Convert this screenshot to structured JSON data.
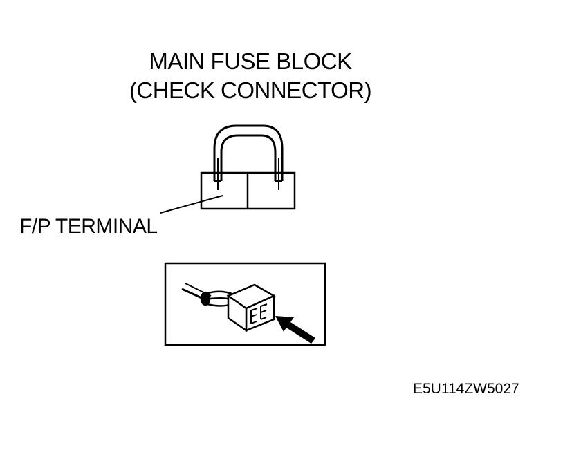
{
  "diagram": {
    "title_line1": "MAIN FUSE BLOCK",
    "title_line2": "(CHECK CONNECTOR)",
    "terminal_label": "F/P TERMINAL",
    "figure_code": "E5U114ZW5027"
  },
  "colors": {
    "ink": "#000000",
    "background": "#ffffff"
  }
}
